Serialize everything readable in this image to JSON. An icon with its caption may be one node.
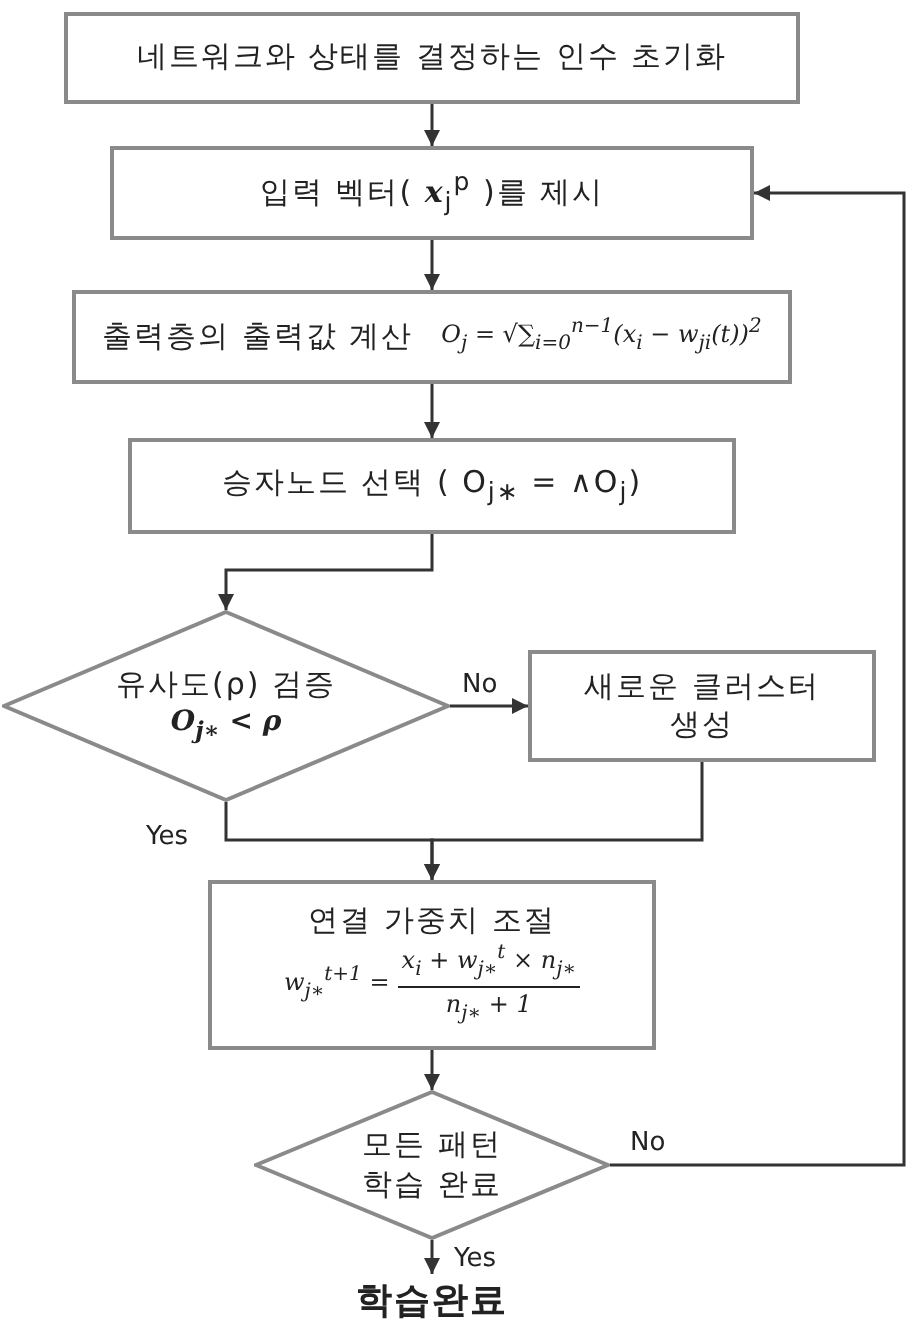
{
  "diagram": {
    "nodes": [
      {
        "text": [
          "네트워크와 상태를 결정하는 인수 초기화"
        ]
      },
      {
        "text": [
          "입력 벡터( **x**$_{j}$$^{p}$ )를 제시"
        ]
      },
      {
        "text": [
          "출력층의 출력값 계산",
          "O$_{j}$ = √∑$_{i=0}$$^{n−1}$(x$_{i}$ − w$_{ji}$(t))$^{2}$"
        ]
      },
      {
        "text": [
          "승자노드 선택 ( O$_{j∗}$ = ∧O$_{j}$)"
        ]
      },
      {
        "text": [
          "유사도(ρ) 검증",
          "O$_{j∗}$ < ρ"
        ]
      },
      {
        "text": [
          "새로운 클러스터 생성"
        ]
      },
      {
        "text": [
          "연결 가중치 조절",
          "w$_{j∗}$$^{t+1}$ =",
          "x$_{i}$ + w$_{j∗}$$^{t}$ × n$_{j∗}$",
          "n$_{j∗}$ + 1"
        ]
      },
      {
        "text": [
          "모든 패턴 학습 완료"
        ]
      },
      {
        "text": [
          "학습완료"
        ]
      }
    ],
    "edges": [
      {
        "from": 0,
        "to": 1,
        "arrow": "to"
      },
      {
        "from": 1,
        "to": 2,
        "arrow": "to"
      },
      {
        "from": 2,
        "to": 3,
        "arrow": "to"
      },
      {
        "from": 3,
        "to": 4,
        "arrow": "to"
      },
      {
        "from": 4,
        "to": 5,
        "arrow": "to",
        "label": "No"
      },
      {
        "from": 4,
        "to": 6,
        "arrow": "to",
        "label": "Yes"
      },
      {
        "from": 5,
        "to": 6,
        "arrow": "to"
      },
      {
        "from": 6,
        "to": 7,
        "arrow": "to"
      },
      {
        "from": 7,
        "to": 8,
        "arrow": "to",
        "label": "Yes"
      },
      {
        "from": 7,
        "to": 1,
        "arrow": "to",
        "label": "No"
      }
    ]
  }
}
